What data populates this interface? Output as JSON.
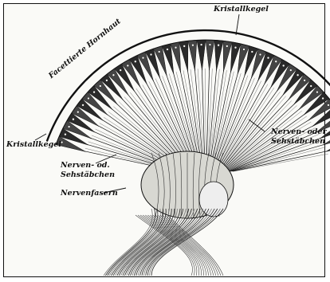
{
  "labels": {
    "kristallkegel_top": "Kristallkegel",
    "facettierte_hornhaut": "Facettierte Hornhaut",
    "kristallkegel_left": "Kristallkegel",
    "nerven_od_line1": "Nerven- od.",
    "nerven_od_line2": "Sehstäbchen",
    "nervenfasern": "Nervenfasern",
    "nerven_oder_line1": "Nerven- oder",
    "nerven_oder_line2": "Sehstäbchen"
  },
  "colors": {
    "ink": "#111111",
    "paper": "#fafaf7"
  }
}
